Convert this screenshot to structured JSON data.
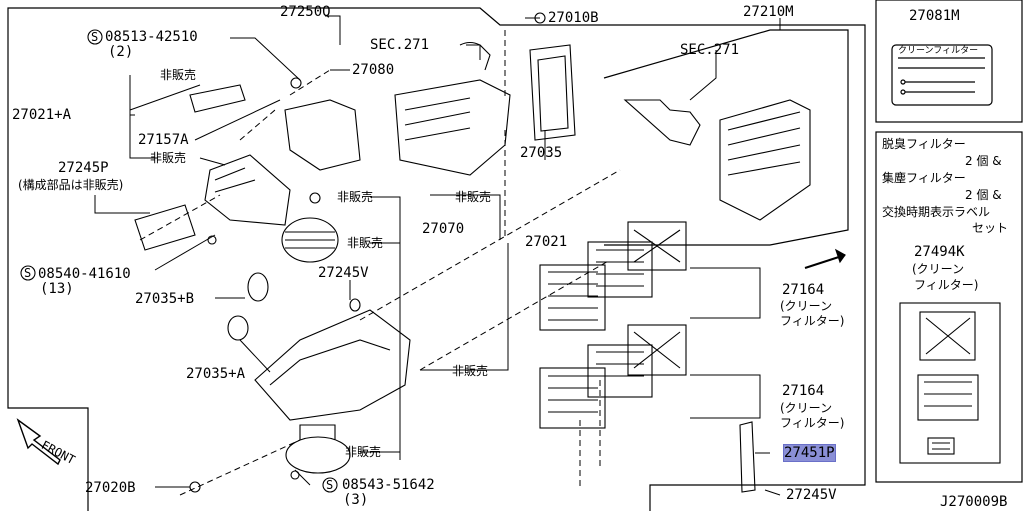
{
  "callouts": {
    "p27250Q": "27250Q",
    "p27010B": "27010B",
    "p27210M": "27210M",
    "p27081M": "27081M",
    "p08513": "08513-42510",
    "p08513_qty": "(2)",
    "sec271_a": "SEC.271",
    "sec271_b": "SEC.271",
    "p27080": "27080",
    "hihanbai_1": "非販売",
    "p27021A": "27021+A",
    "p27157A": "27157A",
    "hihanbai_2": "非販売",
    "p27245P": "27245P",
    "p27245P_note": "(構成部品は非販売)",
    "p27035": "27035",
    "hihanbai_3": "非販売",
    "hihanbai_4": "非販売",
    "p27070": "27070",
    "hihanbai_5": "非販売",
    "p27021": "27021",
    "p08540": "08540-41610",
    "p08540_qty": "(13)",
    "p27245V_a": "27245V",
    "p27035B": "27035+B",
    "p27035A": "27035+A",
    "p27164_a": "27164",
    "p27164_a_note1": "(クリーン",
    "p27164_a_note2": "フィルター)",
    "p27164_b": "27164",
    "p27164_b_note1": "(クリーン",
    "p27164_b_note2": "フィルター)",
    "hihanbai_6": "非販売",
    "hihanbai_7": "非販売",
    "p27451P": "27451P",
    "p08543": "08543-51642",
    "p08543_qty": "(3)",
    "p27020B": "27020B",
    "p27245V_b": "27245V",
    "front": "FRONT",
    "drawing_no": "J270009B"
  },
  "label_card": {
    "title": "クリーンフィルター"
  },
  "kit_box": {
    "line1": "脱臭フィルター",
    "line2": "2 個 &",
    "line3": "集塵フィルター",
    "line4": "2 個 &",
    "line5": "交換時期表示ラベル",
    "line6": "セット",
    "part": "27494K",
    "part_note1": "(クリーン",
    "part_note2": "フィルター)"
  },
  "symbols": {
    "screw_mark": "S"
  },
  "highlight_color": "#8a8fd6"
}
